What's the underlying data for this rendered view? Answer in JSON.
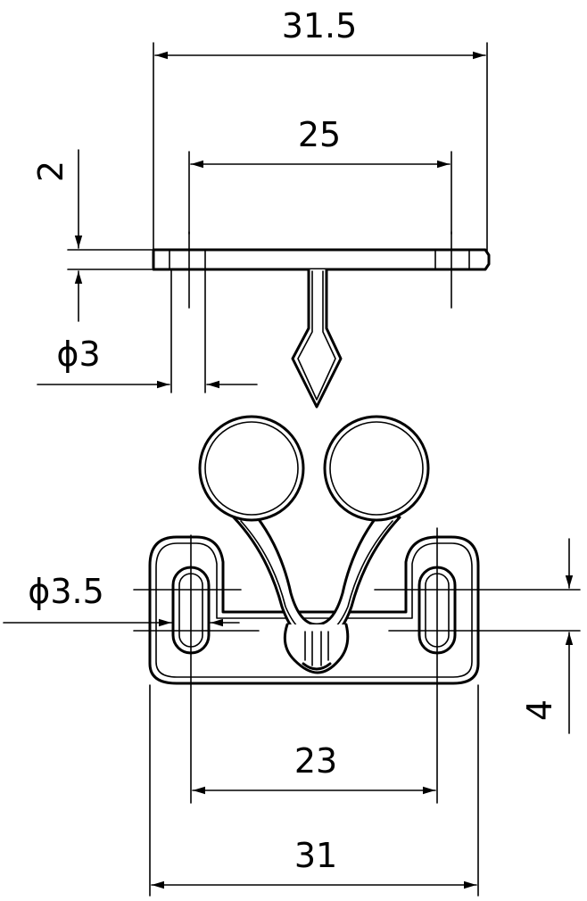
{
  "dimensions": {
    "top_overall_width": "31.5",
    "top_hole_spacing": "25",
    "plate_thickness": "2",
    "top_hole_diameter": "ϕ3",
    "slot_width": "ϕ3.5",
    "slot_length": "4",
    "bottom_hole_spacing": "23",
    "bottom_overall_width": "31"
  }
}
